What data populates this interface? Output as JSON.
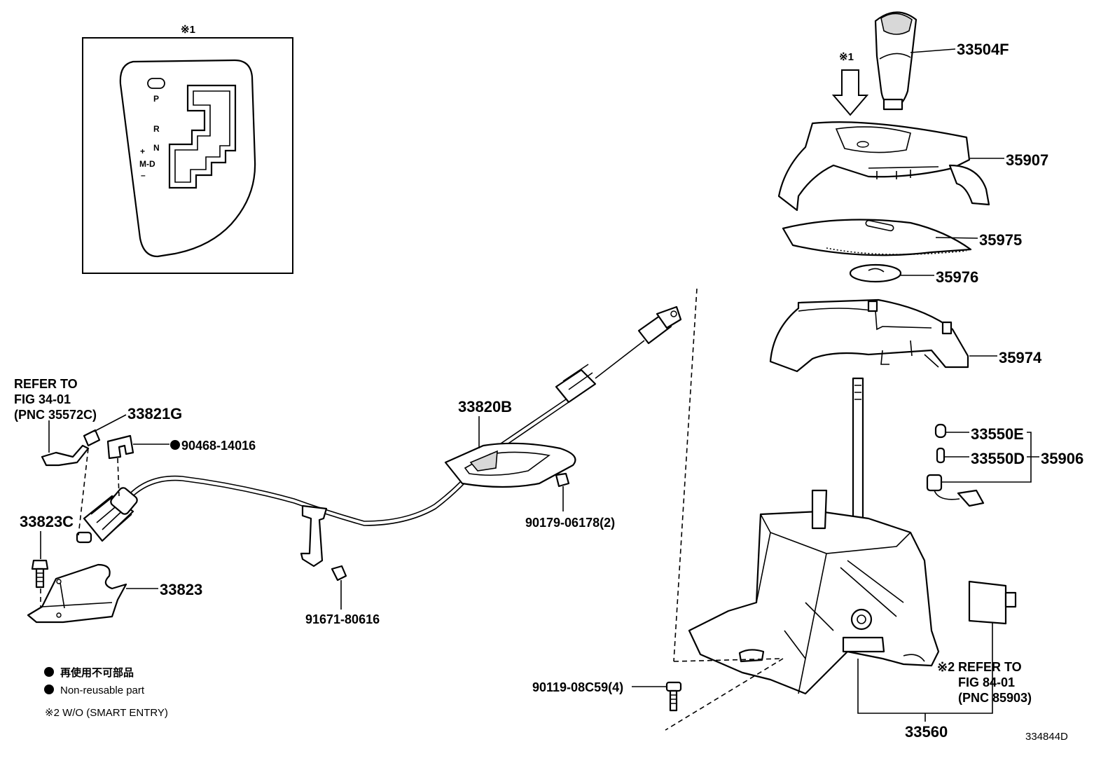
{
  "diagram_id": "334844D",
  "inset": {
    "marker": "※1",
    "gear_labels": {
      "p": "P",
      "r": "R",
      "n": "N",
      "plus": "+",
      "md": "M-D",
      "minus": "–"
    }
  },
  "callouts": {
    "c33504F": "33504F",
    "c35907": "35907",
    "c35975": "35975",
    "c35976": "35976",
    "c35974": "35974",
    "c33550E": "33550E",
    "c33550D": "33550D",
    "c35906": "35906",
    "c33820B": "33820B",
    "c33821G": "33821G",
    "c90468": "90468-14016",
    "c33823C": "33823C",
    "c33823": "33823",
    "c90179": "90179-06178(2)",
    "c91671": "91671-80616",
    "c90119": "90119-08C59(4)",
    "c33560": "33560"
  },
  "arrow_marker": "※1",
  "refer_left": {
    "line1": "REFER TO",
    "line2": "FIG 34-01",
    "line3": "(PNC 35572C)"
  },
  "refer_right": {
    "marker": "※2",
    "line1": "REFER TO",
    "line2": "FIG 84-01",
    "line3": "(PNC 85903)"
  },
  "legend": {
    "jp": "再使用不可部品",
    "en": "Non-reusable part",
    "note": "※2 W/O (SMART ENTRY)"
  }
}
